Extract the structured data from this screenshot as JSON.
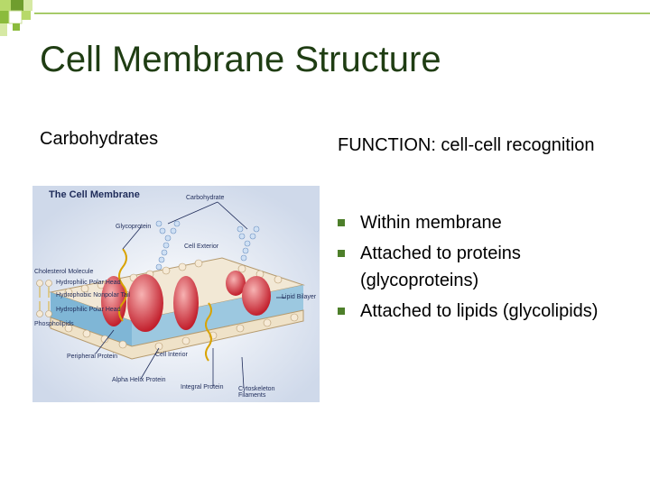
{
  "slide": {
    "title": "Cell Membrane Structure",
    "left_heading": "Carbohydrates",
    "function_heading": "FUNCTION: cell-cell recognition",
    "bullets": [
      "Within membrane",
      "Attached to proteins (glycoproteins)",
      "Attached to lipids (glycolipids)"
    ],
    "colors": {
      "title": "#1f3d13",
      "accent_green": "#8bbb3c",
      "bullet": "#4d7f2a"
    }
  },
  "figure": {
    "title": "The Cell Membrane",
    "labels": {
      "carbohydrate": "Carbohydrate",
      "glycoprotein": "Glycoprotein",
      "cell_exterior": "Cell Exterior",
      "cholesterol": "Cholesterol Molecule",
      "hydrophilic_head_1": "Hydrophilic Polar Head",
      "hydrophobic_tail": "Hydrophobic Nonpolar Tail",
      "hydrophilic_head_2": "Hydrophilic Polar Head",
      "phospholipids": "Phospholipids",
      "lipid_bilayer": "Lipid Bilayer",
      "peripheral_protein": "Peripheral Protein",
      "cell_interior": "Cell Interior",
      "alpha_helix": "Alpha Helix Protein",
      "integral_protein": "Integral Protein",
      "cytoskeleton": "Cytoskeleton Filaments"
    }
  }
}
